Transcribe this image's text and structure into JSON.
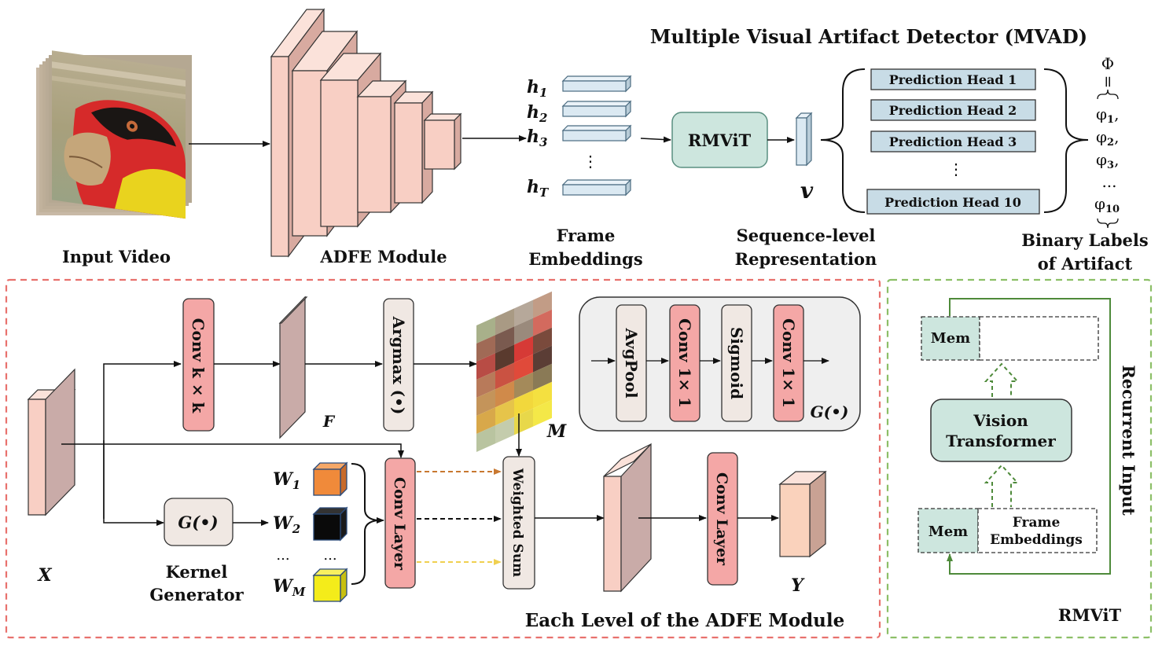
{
  "title": "Multiple Visual Artifact Detector (MVAD)",
  "top": {
    "input_video_label": "Input Video",
    "adfe_module_label": "ADFE Module",
    "frame_embeddings_label_1": "Frame",
    "frame_embeddings_label_2": "Embeddings",
    "h_labels": [
      "h",
      "h",
      "h",
      "h"
    ],
    "h_subs": [
      "1",
      "2",
      "3",
      "T"
    ],
    "vdots": "⋮",
    "rmvit_box": "RMViT",
    "v_label": "v",
    "seq_label_1": "Sequence-level",
    "seq_label_2": "Representation",
    "heads": [
      "Prediction Head 1",
      "Prediction Head 2",
      "Prediction Head 3",
      "Prediction Head 10"
    ],
    "phi": "Φ",
    "equals": "=",
    "phi_items": [
      "φ",
      "φ",
      "φ"
    ],
    "phi_subs": [
      "1",
      "2",
      "3"
    ],
    "phi_dots": "...",
    "phi_last": "φ",
    "phi_last_sub": "10",
    "comma": ",",
    "binary_label_1": "Binary Labels",
    "binary_label_2": "of Artifact"
  },
  "adfe": {
    "caption": "Each Level of the ADFE Module",
    "conv_kxk": "Conv k × k",
    "f_label": "F",
    "argmax": "Argmax (•)",
    "m_label": "M",
    "g_block": [
      "AvgPool",
      "Conv 1× 1",
      "Sigmoid",
      "Conv 1× 1"
    ],
    "g_label": "G(•)",
    "x_label": "X",
    "kernel_gen_box": "G(•)",
    "kernel_gen_label_1": "Kernel",
    "kernel_gen_label_2": "Generator",
    "w_labels": [
      "W",
      "W",
      "W"
    ],
    "w_subs": [
      "1",
      "2",
      "M"
    ],
    "w_dots": "...",
    "conv_layer_1": "Conv Layer",
    "weighted_sum": "Weighted Sum",
    "conv_layer_2": "Conv Layer",
    "y_label": "Y"
  },
  "rmvit": {
    "mem_top": "Mem",
    "vision_transformer_1": "Vision",
    "vision_transformer_2": "Transformer",
    "mem_bottom": "Mem",
    "frame_emb_1": "Frame",
    "frame_emb_2": "Embeddings",
    "recurrent_input": "Recurrent Input",
    "caption": "RMViT"
  },
  "colors": {
    "pink_block": "#f8cfc4",
    "salmon": "#f4a7a6",
    "teal": "#cde6de",
    "teal_border": "#5a8f80",
    "head_fill": "#c8dce6",
    "beige": "#f0e8e3",
    "brown_feat": "#c9aba8",
    "red_dashed": "#e8716d",
    "green_dashed": "#8cbf67"
  },
  "mosaic": [
    [
      "#a8b08a",
      "#a99a84",
      "#b6a89a",
      "#c29c86"
    ],
    [
      "#a06a56",
      "#7a5a4f",
      "#9a8a7c",
      "#d36a5e"
    ],
    [
      "#b84c45",
      "#5a3a2e",
      "#d63a36",
      "#7a4a3c"
    ],
    [
      "#b87a5a",
      "#ca5242",
      "#e04a3a",
      "#5b3d35"
    ],
    [
      "#c4945a",
      "#d08a4a",
      "#a48a5a",
      "#8a7a56"
    ],
    [
      "#d8a84a",
      "#e6c44a",
      "#f2d83c",
      "#f4e040"
    ],
    [
      "#b9c4a0",
      "#c4ccac",
      "#e8d84a",
      "#f4e848"
    ]
  ]
}
